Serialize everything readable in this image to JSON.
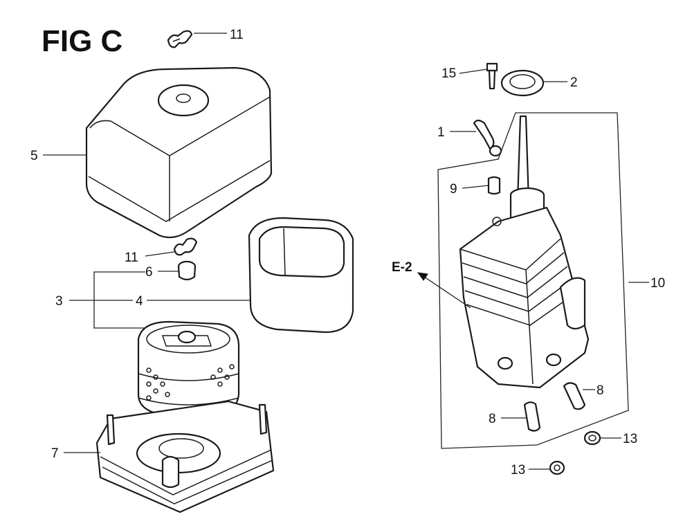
{
  "figure": {
    "title": "FIG C",
    "ref_label": "E-2"
  },
  "callouts": {
    "c1": "1",
    "c2": "2",
    "c3": "3",
    "c4": "4",
    "c5": "5",
    "c6": "6",
    "c7": "7",
    "c8a": "8",
    "c8b": "8",
    "c9": "9",
    "c10": "10",
    "c11a": "11",
    "c11b": "11",
    "c13a": "13",
    "c13b": "13",
    "c15": "15"
  }
}
